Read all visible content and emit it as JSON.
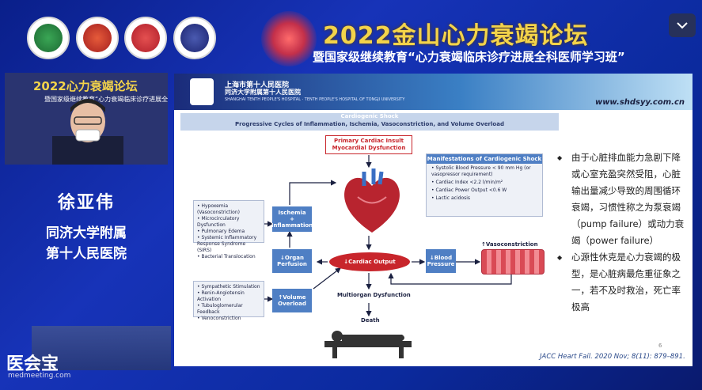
{
  "header": {
    "title": "2022金山心力衰竭论坛",
    "subtitle": "暨国家级继续教育“心力衰竭临床诊疗进展全科医师学习班”",
    "logos": [
      "logo-1",
      "tongji-university-logo",
      "hospital-logo",
      "association-logo"
    ]
  },
  "speaker": {
    "name": "徐亚伟",
    "org_line1": "同济大学附属",
    "org_line2": "第十人民医院"
  },
  "camera_preview": {
    "mini_title": "2022心力衰竭论坛",
    "mini_sub": "暨国家级继续教育“心力衰竭临床诊疗进展全科医师学习班”"
  },
  "branding": {
    "logo_text": "医会宝",
    "url": "medmeeting.com"
  },
  "slide": {
    "hospital_name_cn": "上海市第十人民医院",
    "hospital_name_cn2": "同济大学附属第十人民医院",
    "hospital_name_en": "SHANGHAI TENTH PEOPLE'S HOSPITAL · TENTH PEOPLE'S HOSPITAL OF TONGJI UNIVERSITY",
    "website": "www.shdsyy.com.cn",
    "page_number": "6",
    "citation": "JACC Heart Fail. 2020 Nov; 8(11): 879–891.",
    "figure": {
      "title": "Cardiogenic Shock",
      "subtitle": "Progressive Cycles of Inflammation, Ischemia, Vasoconstriction, and Volume Overload",
      "insult": "Primary Cardiac Insult\nMyocardial Dysfunction",
      "manifest_title": "Manifestations of Cardiogenic Shock",
      "manifest_items": [
        "• Systolic Blood Pressure < 90 mm Hg (or vasopressor requirement)",
        "• Cardiac Index <2.2 l/min/m²",
        "• Cardiac Power Output <0.6 W",
        "• Lactic acidosis"
      ],
      "left_list_1": [
        "• Hypoxemia (Vasoconstriction)",
        "• Microcirculatory Dysfunction",
        "• Pulmonary Edema",
        "• Systemic Inflammatory Response Syndrome (SIRS)",
        "• Bacterial Translocation"
      ],
      "left_list_2": [
        "• Sympathetic Stimulation",
        "• Renin-Angiotensin Activation",
        "• Tubuloglomerular Feedback",
        "• Venoconstriction"
      ],
      "ischemia": "Ischemia\n+\nInflammation",
      "organ_perfusion": "↓Organ\nPerfusion",
      "cardiac_output": "↓Cardiac Output",
      "blood_pressure": "↓Blood\nPressure",
      "vasoconstriction": "↑Vasoconstriction",
      "volume_overload": "↑Volume\nOverload",
      "multiorgan": "Multiorgan Dysfunction",
      "death": "Death"
    },
    "bullets": [
      "由于心脏排血能力急剧下降或心室充盈突然受阻，心脏输出量减少导致的周围循环衰竭，习惯性称之为泵衰竭（pump failure）或动力衰竭（power failure）",
      "心源性休克是心力衰竭的极型，是心脏病最危重征象之一，若不及时救治，死亡率极高"
    ]
  },
  "colors": {
    "background": "#1733b8",
    "title_gold": "#f3d34a",
    "figure_blue": "#4f7fc4",
    "figure_red": "#c8252b"
  }
}
